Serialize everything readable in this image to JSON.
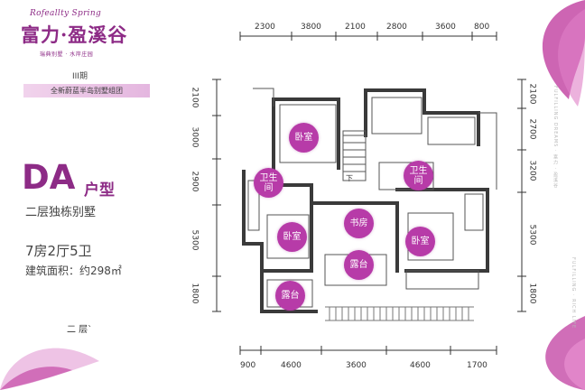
{
  "brand": {
    "script": "Rofeallty Spring",
    "name": "富力·盈溪谷",
    "subtitle": "瑞典别墅 · 水岸庄园"
  },
  "phase": "III期",
  "tagline": "全新蔚蓝半岛别墅组团",
  "unit": {
    "code": "DA",
    "code_suffix": "户型",
    "description": "二层独栋别墅",
    "rooms": "7房2厅5卫",
    "area": "建筑面积：约298㎡"
  },
  "floor_label": "二 层`",
  "dimensions": {
    "top": [
      "2300",
      "3800",
      "2100",
      "2800",
      "3600",
      "800"
    ],
    "bottom": [
      "900",
      "4600",
      "3600",
      "4600",
      "1700"
    ],
    "left": [
      "2100",
      "3000",
      "2900",
      "5300",
      "1800"
    ],
    "right": [
      "2100",
      "2700",
      "3200",
      "5300",
      "1800"
    ]
  },
  "rooms": [
    {
      "key": "bedroom-north",
      "label": "卧室"
    },
    {
      "key": "bathroom-west",
      "label": "卫生间"
    },
    {
      "key": "bathroom-east",
      "label": "卫生间"
    },
    {
      "key": "bedroom-west",
      "label": "卧室"
    },
    {
      "key": "study",
      "label": "书房"
    },
    {
      "key": "bedroom-east",
      "label": "卧室"
    },
    {
      "key": "terrace-center",
      "label": "露台"
    },
    {
      "key": "terrace-south",
      "label": "露台"
    }
  ],
  "plan_marks": {
    "down_arrow": "下"
  },
  "side_text": {
    "left": "FULFILLING DREAMS · 富力 · 盈溪谷",
    "right": "FULFILLING · RICH LIFE"
  },
  "colors": {
    "brand": "#8d2b86",
    "room_marker": "#b73ba8"
  }
}
